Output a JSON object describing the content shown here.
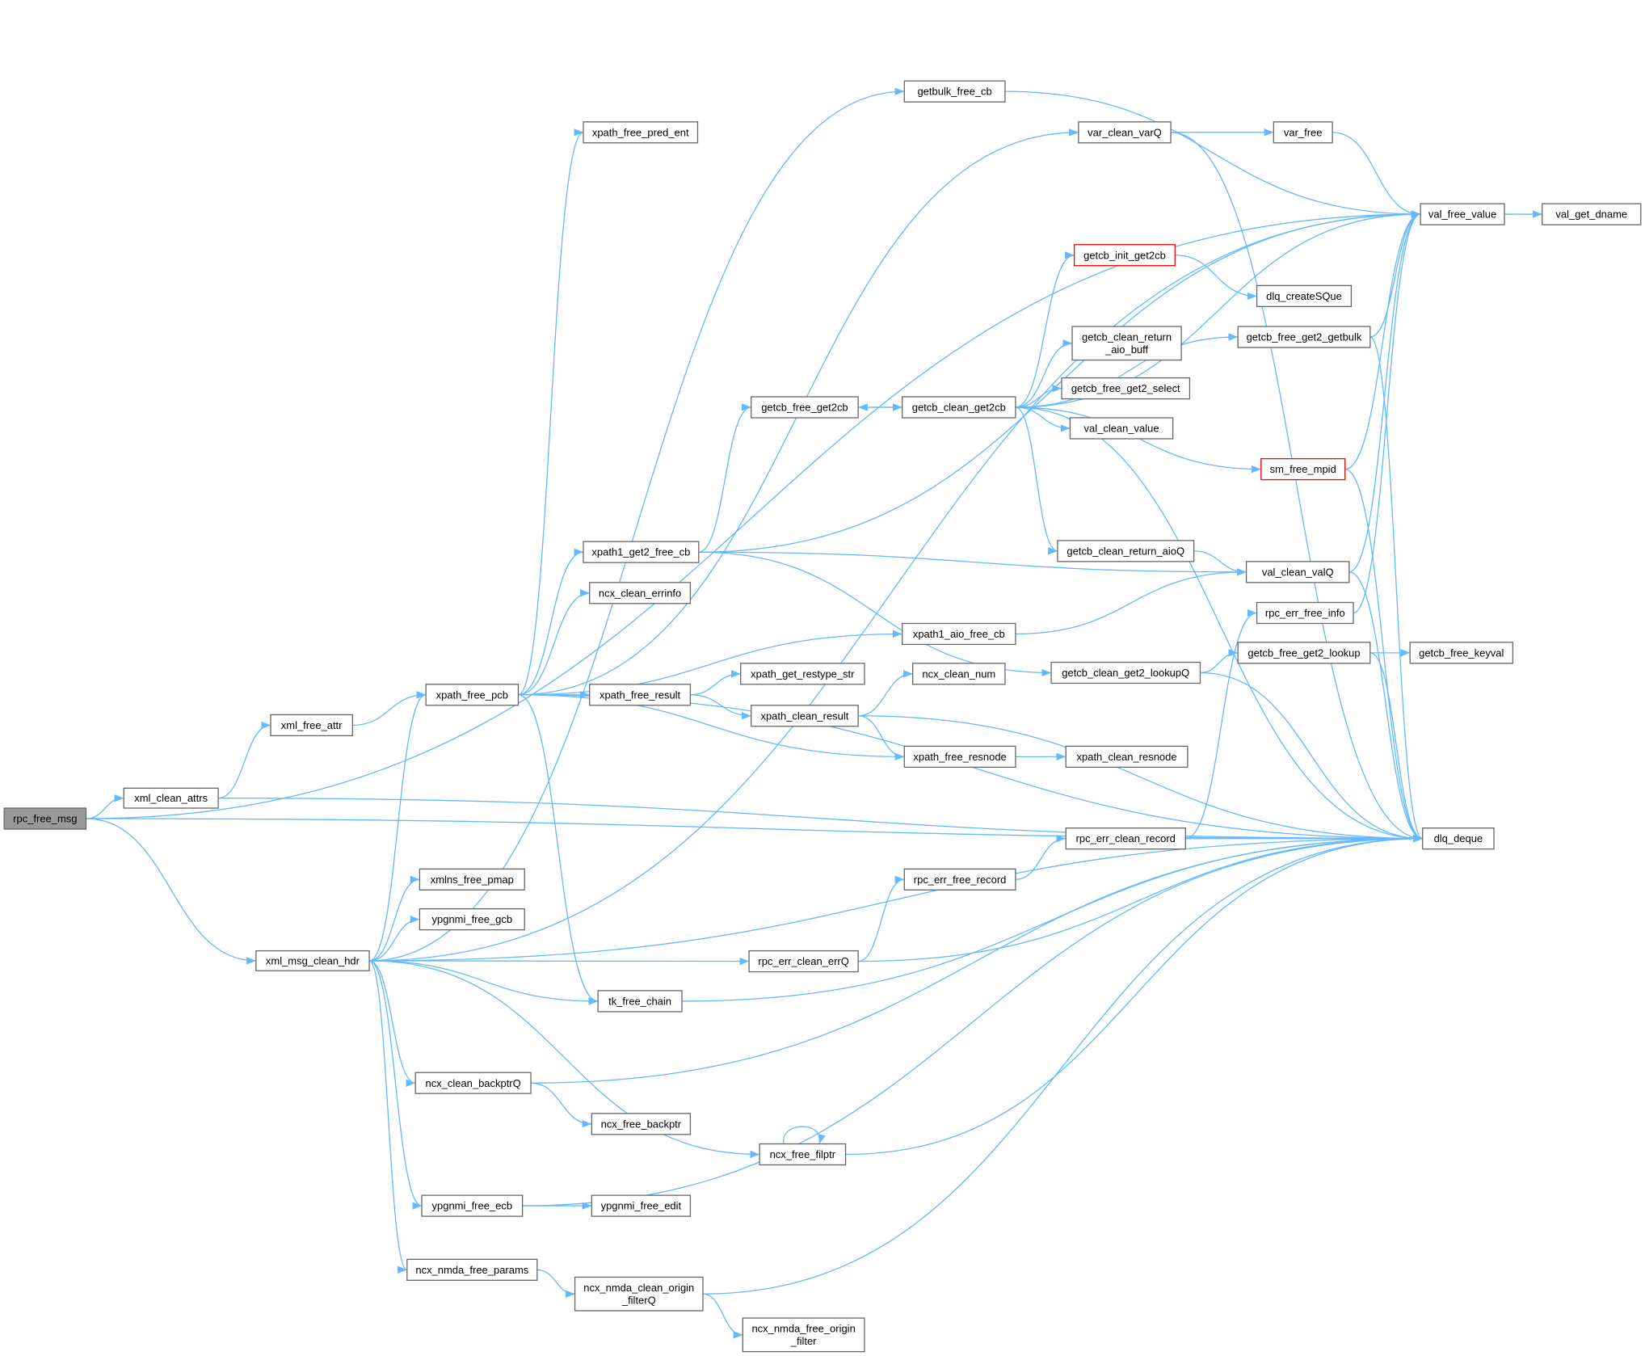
{
  "title": "rpc_free_msg call graph",
  "colors": {
    "edge": "#63b8ff",
    "root_fill": "#999999",
    "node_border": "#666666",
    "red_border": "#ff0000"
  },
  "nodes": [
    {
      "id": "rpc_free_msg",
      "label": [
        "rpc_free_msg"
      ],
      "style": "root"
    },
    {
      "id": "xml_clean_attrs",
      "label": [
        "xml_clean_attrs"
      ]
    },
    {
      "id": "xml_free_attr",
      "label": [
        "xml_free_attr"
      ]
    },
    {
      "id": "xml_msg_clean_hdr",
      "label": [
        "xml_msg_clean_hdr"
      ]
    },
    {
      "id": "xpath_free_pcb",
      "label": [
        "xpath_free_pcb"
      ]
    },
    {
      "id": "xpath_free_pred_ent",
      "label": [
        "xpath_free_pred_ent"
      ]
    },
    {
      "id": "getbulk_free_cb",
      "label": [
        "getbulk_free_cb"
      ]
    },
    {
      "id": "var_clean_varQ",
      "label": [
        "var_clean_varQ"
      ]
    },
    {
      "id": "var_free",
      "label": [
        "var_free"
      ]
    },
    {
      "id": "val_free_value",
      "label": [
        "val_free_value"
      ]
    },
    {
      "id": "val_get_dname",
      "label": [
        "val_get_dname"
      ]
    },
    {
      "id": "getcb_init_get2cb",
      "label": [
        "getcb_init_get2cb"
      ],
      "style": "red"
    },
    {
      "id": "dlq_createSQue",
      "label": [
        "dlq_createSQue"
      ]
    },
    {
      "id": "getcb_clean_return_aio_buff",
      "label": [
        "getcb_clean_return",
        "_aio_buff"
      ]
    },
    {
      "id": "getcb_free_get2_getbulk",
      "label": [
        "getcb_free_get2_getbulk"
      ]
    },
    {
      "id": "getcb_free_get2cb",
      "label": [
        "getcb_free_get2cb"
      ]
    },
    {
      "id": "getcb_clean_get2cb",
      "label": [
        "getcb_clean_get2cb"
      ]
    },
    {
      "id": "getcb_free_get2_select",
      "label": [
        "getcb_free_get2_select"
      ]
    },
    {
      "id": "val_clean_value",
      "label": [
        "val_clean_value"
      ]
    },
    {
      "id": "sm_free_mpid",
      "label": [
        "sm_free_mpid"
      ],
      "style": "red"
    },
    {
      "id": "xpath1_get2_free_cb",
      "label": [
        "xpath1_get2_free_cb"
      ]
    },
    {
      "id": "ncx_clean_errinfo",
      "label": [
        "ncx_clean_errinfo"
      ]
    },
    {
      "id": "getcb_clean_return_aioQ",
      "label": [
        "getcb_clean_return_aioQ"
      ]
    },
    {
      "id": "val_clean_valQ",
      "label": [
        "val_clean_valQ"
      ]
    },
    {
      "id": "rpc_err_free_info",
      "label": [
        "rpc_err_free_info"
      ]
    },
    {
      "id": "xpath1_aio_free_cb",
      "label": [
        "xpath1_aio_free_cb"
      ]
    },
    {
      "id": "getcb_free_get2_lookup",
      "label": [
        "getcb_free_get2_lookup"
      ]
    },
    {
      "id": "getcb_free_keyval",
      "label": [
        "getcb_free_keyval"
      ]
    },
    {
      "id": "getcb_clean_get2_lookupQ",
      "label": [
        "getcb_clean_get2_lookupQ"
      ]
    },
    {
      "id": "xpath_get_restype_str",
      "label": [
        "xpath_get_restype_str"
      ]
    },
    {
      "id": "ncx_clean_num",
      "label": [
        "ncx_clean_num"
      ]
    },
    {
      "id": "xpath_free_result",
      "label": [
        "xpath_free_result"
      ]
    },
    {
      "id": "xpath_clean_result",
      "label": [
        "xpath_clean_result"
      ]
    },
    {
      "id": "xpath_free_resnode",
      "label": [
        "xpath_free_resnode"
      ]
    },
    {
      "id": "xpath_clean_resnode",
      "label": [
        "xpath_clean_resnode"
      ]
    },
    {
      "id": "dlq_deque",
      "label": [
        "dlq_deque"
      ]
    },
    {
      "id": "rpc_err_clean_record",
      "label": [
        "rpc_err_clean_record"
      ]
    },
    {
      "id": "rpc_err_free_record",
      "label": [
        "rpc_err_free_record"
      ]
    },
    {
      "id": "xmlns_free_pmap",
      "label": [
        "xmlns_free_pmap"
      ]
    },
    {
      "id": "ypgnmi_free_gcb",
      "label": [
        "ypgnmi_free_gcb"
      ]
    },
    {
      "id": "rpc_err_clean_errQ",
      "label": [
        "rpc_err_clean_errQ"
      ]
    },
    {
      "id": "tk_free_chain",
      "label": [
        "tk_free_chain"
      ]
    },
    {
      "id": "ncx_clean_backptrQ",
      "label": [
        "ncx_clean_backptrQ"
      ]
    },
    {
      "id": "ncx_free_backptr",
      "label": [
        "ncx_free_backptr"
      ]
    },
    {
      "id": "ncx_free_filptr",
      "label": [
        "ncx_free_filptr"
      ]
    },
    {
      "id": "ypgnmi_free_ecb",
      "label": [
        "ypgnmi_free_ecb"
      ]
    },
    {
      "id": "ypgnmi_free_edit",
      "label": [
        "ypgnmi_free_edit"
      ]
    },
    {
      "id": "ncx_nmda_free_params",
      "label": [
        "ncx_nmda_free_params"
      ]
    },
    {
      "id": "ncx_nmda_clean_origin_filterQ",
      "label": [
        "ncx_nmda_clean_origin",
        "_filterQ"
      ]
    },
    {
      "id": "ncx_nmda_free_origin_filter",
      "label": [
        "ncx_nmda_free_origin",
        "_filter"
      ]
    }
  ],
  "edges": [
    [
      "rpc_free_msg",
      "val_free_value"
    ],
    [
      "rpc_free_msg",
      "xml_clean_attrs"
    ],
    [
      "rpc_free_msg",
      "dlq_deque"
    ],
    [
      "rpc_free_msg",
      "xml_msg_clean_hdr"
    ],
    [
      "xml_clean_attrs",
      "xml_free_attr"
    ],
    [
      "xml_clean_attrs",
      "dlq_deque"
    ],
    [
      "xml_free_attr",
      "xpath_free_pcb"
    ],
    [
      "xml_msg_clean_hdr",
      "val_free_value"
    ],
    [
      "xml_msg_clean_hdr",
      "getbulk_free_cb"
    ],
    [
      "xml_msg_clean_hdr",
      "xpath_free_pcb"
    ],
    [
      "xml_msg_clean_hdr",
      "xmlns_free_pmap"
    ],
    [
      "xml_msg_clean_hdr",
      "ypgnmi_free_gcb"
    ],
    [
      "xml_msg_clean_hdr",
      "rpc_err_clean_errQ"
    ],
    [
      "xml_msg_clean_hdr",
      "tk_free_chain"
    ],
    [
      "xml_msg_clean_hdr",
      "dlq_deque"
    ],
    [
      "xml_msg_clean_hdr",
      "ncx_clean_backptrQ"
    ],
    [
      "xml_msg_clean_hdr",
      "ncx_free_filptr"
    ],
    [
      "xml_msg_clean_hdr",
      "ypgnmi_free_ecb"
    ],
    [
      "xml_msg_clean_hdr",
      "ncx_nmda_free_params"
    ],
    [
      "xpath_free_pcb",
      "xpath_free_pred_ent"
    ],
    [
      "xpath_free_pcb",
      "var_clean_varQ"
    ],
    [
      "xpath_free_pcb",
      "xpath1_get2_free_cb"
    ],
    [
      "xpath_free_pcb",
      "ncx_clean_errinfo"
    ],
    [
      "xpath_free_pcb",
      "xpath1_aio_free_cb"
    ],
    [
      "xpath_free_pcb",
      "xpath_free_result"
    ],
    [
      "xpath_free_pcb",
      "xpath_free_resnode"
    ],
    [
      "xpath_free_pcb",
      "dlq_deque"
    ],
    [
      "xpath_free_pcb",
      "tk_free_chain"
    ],
    [
      "getbulk_free_cb",
      "val_free_value"
    ],
    [
      "var_clean_varQ",
      "var_free"
    ],
    [
      "var_clean_varQ",
      "dlq_deque"
    ],
    [
      "var_free",
      "val_free_value"
    ],
    [
      "val_free_value",
      "val_get_dname"
    ],
    [
      "xpath1_get2_free_cb",
      "val_free_value"
    ],
    [
      "xpath1_get2_free_cb",
      "getcb_free_get2cb"
    ],
    [
      "xpath1_get2_free_cb",
      "val_clean_valQ"
    ],
    [
      "xpath1_get2_free_cb",
      "getcb_clean_get2_lookupQ"
    ],
    [
      "getcb_free_get2cb",
      "getcb_clean_get2cb"
    ],
    [
      "getcb_clean_get2cb",
      "val_free_value"
    ],
    [
      "getcb_clean_get2cb",
      "getcb_init_get2cb"
    ],
    [
      "getcb_clean_get2cb",
      "getcb_free_get2_getbulk"
    ],
    [
      "getcb_clean_get2cb",
      "getcb_clean_return_aio_buff"
    ],
    [
      "getcb_clean_get2cb",
      "getcb_free_get2cb"
    ],
    [
      "getcb_clean_get2cb",
      "getcb_free_get2_select"
    ],
    [
      "getcb_clean_get2cb",
      "val_clean_value"
    ],
    [
      "getcb_clean_get2cb",
      "sm_free_mpid"
    ],
    [
      "getcb_clean_get2cb",
      "getcb_clean_return_aioQ"
    ],
    [
      "getcb_clean_get2cb",
      "dlq_deque"
    ],
    [
      "getcb_init_get2cb",
      "dlq_createSQue"
    ],
    [
      "getcb_free_get2_getbulk",
      "val_free_value"
    ],
    [
      "getcb_free_get2_getbulk",
      "dlq_deque"
    ],
    [
      "sm_free_mpid",
      "val_free_value"
    ],
    [
      "sm_free_mpid",
      "dlq_deque"
    ],
    [
      "getcb_clean_return_aioQ",
      "val_clean_valQ"
    ],
    [
      "val_clean_valQ",
      "val_free_value"
    ],
    [
      "val_clean_valQ",
      "dlq_deque"
    ],
    [
      "xpath1_aio_free_cb",
      "val_clean_valQ"
    ],
    [
      "getcb_clean_get2_lookupQ",
      "getcb_free_get2_lookup"
    ],
    [
      "getcb_clean_get2_lookupQ",
      "dlq_deque"
    ],
    [
      "getcb_free_get2_lookup",
      "getcb_free_keyval"
    ],
    [
      "getcb_free_get2_lookup",
      "dlq_deque"
    ],
    [
      "rpc_err_free_info",
      "val_free_value"
    ],
    [
      "xpath_free_result",
      "xpath_get_restype_str"
    ],
    [
      "xpath_free_result",
      "xpath_clean_result"
    ],
    [
      "xpath_clean_result",
      "ncx_clean_num"
    ],
    [
      "xpath_clean_result",
      "xpath_free_resnode"
    ],
    [
      "xpath_clean_result",
      "dlq_deque"
    ],
    [
      "xpath_free_resnode",
      "xpath_clean_resnode"
    ],
    [
      "rpc_err_clean_record",
      "rpc_err_free_info"
    ],
    [
      "rpc_err_clean_record",
      "dlq_deque"
    ],
    [
      "rpc_err_free_record",
      "rpc_err_clean_record"
    ],
    [
      "rpc_err_clean_errQ",
      "rpc_err_free_record"
    ],
    [
      "rpc_err_clean_errQ",
      "dlq_deque"
    ],
    [
      "tk_free_chain",
      "dlq_deque"
    ],
    [
      "ncx_clean_backptrQ",
      "ncx_free_backptr"
    ],
    [
      "ncx_clean_backptrQ",
      "dlq_deque"
    ],
    [
      "ncx_free_filptr",
      "ncx_free_filptr"
    ],
    [
      "ncx_free_filptr",
      "dlq_deque"
    ],
    [
      "ypgnmi_free_ecb",
      "ypgnmi_free_edit"
    ],
    [
      "ypgnmi_free_ecb",
      "dlq_deque"
    ],
    [
      "ncx_nmda_free_params",
      "ncx_nmda_clean_origin_filterQ"
    ],
    [
      "ncx_nmda_clean_origin_filterQ",
      "ncx_nmda_free_origin_filter"
    ],
    [
      "ncx_nmda_clean_origin_filterQ",
      "dlq_deque"
    ]
  ]
}
